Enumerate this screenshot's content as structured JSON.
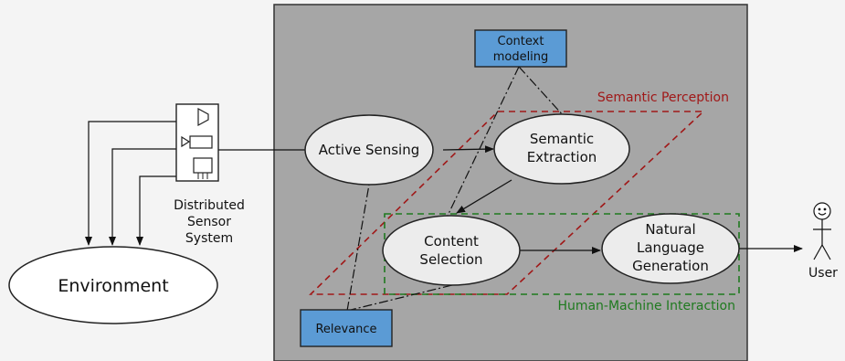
{
  "nodes": {
    "environment": "Environment",
    "sensor": [
      "Distributed",
      "Sensor",
      "System"
    ],
    "active_sensing": "Active Sensing",
    "semantic_extraction": [
      "Semantic",
      "Extraction"
    ],
    "content_selection": [
      "Content",
      "Selection"
    ],
    "nlg": [
      "Natural",
      "Language",
      "Generation"
    ],
    "context_modeling": [
      "Context",
      "modeling"
    ],
    "relevance": "Relevance",
    "user": "User"
  },
  "regions": {
    "semantic_perception": "Semantic Perception",
    "human_machine_interaction": "Human-Machine Interaction"
  },
  "colors": {
    "page_bg": "#f4f4f4",
    "panel_bg": "#a6a6a6",
    "node_fill": "#ececec",
    "box_fill": "#5b9bd5",
    "perception_red": "#a01818",
    "interaction_green": "#1f7a1f"
  }
}
